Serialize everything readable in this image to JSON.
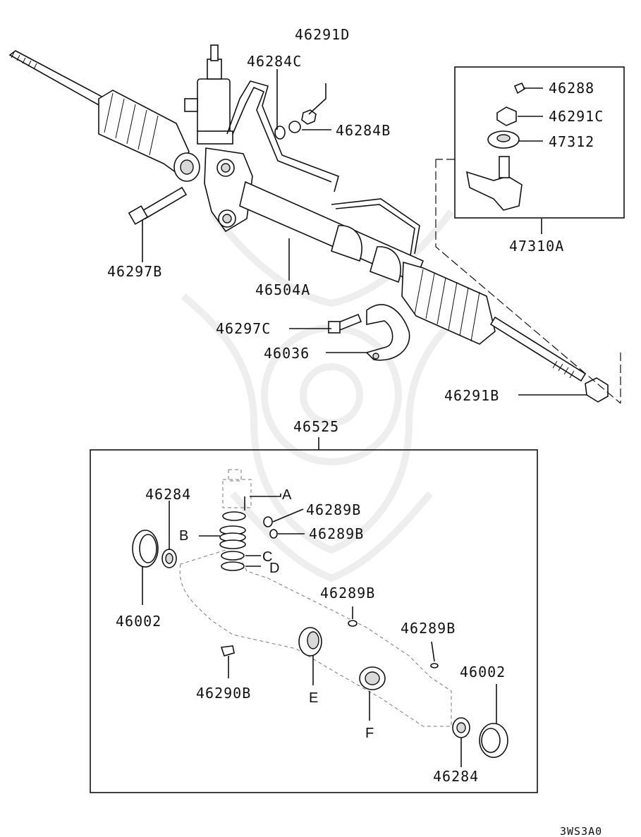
{
  "labels": {
    "l_46291D": "46291D",
    "l_46284C": "46284C",
    "l_46284B": "46284B",
    "l_46297B": "46297B",
    "l_46504A": "46504A",
    "l_46297C": "46297C",
    "l_46036": "46036",
    "l_46291B": "46291B",
    "l_46288": "46288",
    "l_46291C": "46291C",
    "l_47312": "47312",
    "l_47310A": "47310A",
    "l_46525": "46525",
    "l_46284_top": "46284",
    "l_46002_left": "46002",
    "l_46289B_1": "46289B",
    "l_46289B_2": "46289B",
    "l_46289B_3": "46289B",
    "l_46289B_4": "46289B",
    "l_46290B": "46290B",
    "l_46002_right": "46002",
    "l_46284_bottom": "46284"
  },
  "letters": {
    "A": "A",
    "B": "B",
    "C": "C",
    "D": "D",
    "E": "E",
    "F": "F"
  },
  "diagram_code": "3WS3A0",
  "colors": {
    "line": "#111111",
    "watermark": "#eeeeee",
    "background": "#ffffff"
  }
}
